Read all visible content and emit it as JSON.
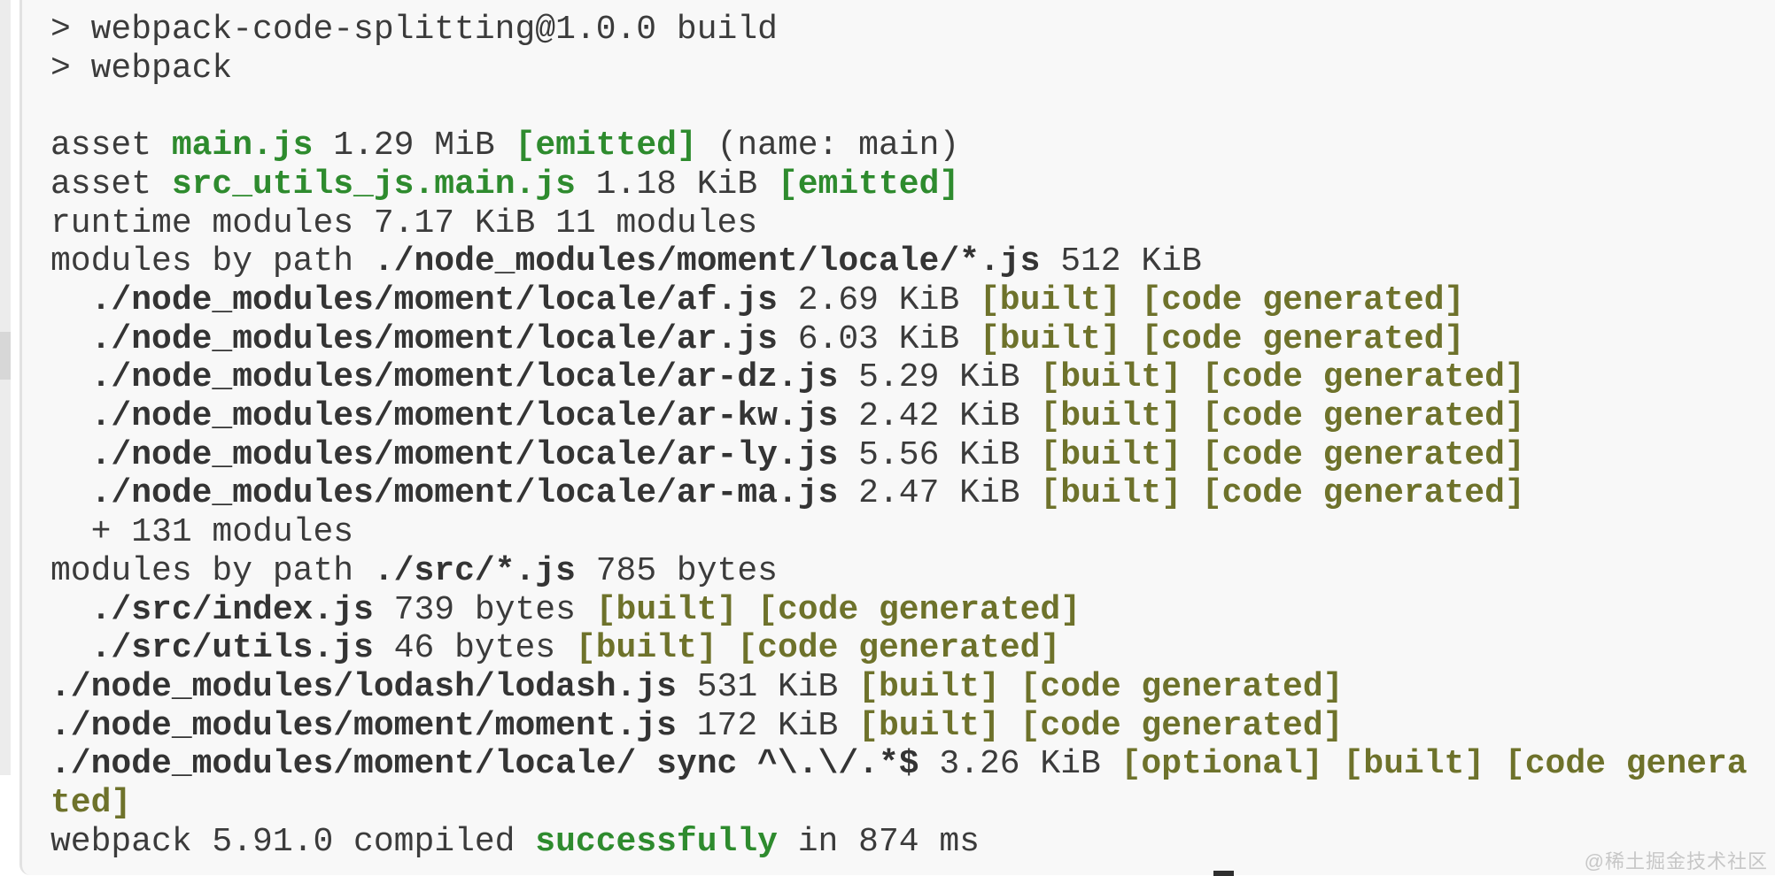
{
  "colors": {
    "accent_green": "#2e8b2e",
    "accent_olive": "#6e722b",
    "text": "#3b3b3b",
    "code_background": "#f8f8f8"
  },
  "watermark": {
    "text": "@稀土掘金技术社区"
  },
  "terminal": {
    "lines": [
      {
        "segments": [
          {
            "text": "> webpack-code-splitting@1.0.0 build",
            "style": "plain"
          }
        ]
      },
      {
        "segments": [
          {
            "text": "> webpack",
            "style": "plain"
          }
        ]
      },
      {
        "segments": []
      },
      {
        "segments": [
          {
            "text": "asset ",
            "style": "plain"
          },
          {
            "text": "main.js",
            "style": "green"
          },
          {
            "text": " 1.29 MiB ",
            "style": "plain"
          },
          {
            "text": "[emitted]",
            "style": "green"
          },
          {
            "text": " (name: main)",
            "style": "plain"
          }
        ]
      },
      {
        "segments": [
          {
            "text": "asset ",
            "style": "plain"
          },
          {
            "text": "src_utils_js.main.js",
            "style": "green"
          },
          {
            "text": " 1.18 KiB ",
            "style": "plain"
          },
          {
            "text": "[emitted]",
            "style": "green"
          }
        ]
      },
      {
        "segments": [
          {
            "text": "runtime modules 7.17 KiB 11 modules",
            "style": "plain"
          }
        ]
      },
      {
        "segments": [
          {
            "text": "modules by path ",
            "style": "plain"
          },
          {
            "text": "./node_modules/moment/locale/*.js",
            "style": "bold"
          },
          {
            "text": " 512 KiB",
            "style": "plain"
          }
        ]
      },
      {
        "segments": [
          {
            "text": "  ",
            "style": "plain"
          },
          {
            "text": "./node_modules/moment/locale/af.js",
            "style": "bold"
          },
          {
            "text": " 2.69 KiB ",
            "style": "plain"
          },
          {
            "text": "[built]",
            "style": "olive"
          },
          {
            "text": " ",
            "style": "plain"
          },
          {
            "text": "[code generated]",
            "style": "olive"
          }
        ]
      },
      {
        "segments": [
          {
            "text": "  ",
            "style": "plain"
          },
          {
            "text": "./node_modules/moment/locale/ar.js",
            "style": "bold"
          },
          {
            "text": " 6.03 KiB ",
            "style": "plain"
          },
          {
            "text": "[built]",
            "style": "olive"
          },
          {
            "text": " ",
            "style": "plain"
          },
          {
            "text": "[code generated]",
            "style": "olive"
          }
        ]
      },
      {
        "segments": [
          {
            "text": "  ",
            "style": "plain"
          },
          {
            "text": "./node_modules/moment/locale/ar-dz.js",
            "style": "bold"
          },
          {
            "text": " 5.29 KiB ",
            "style": "plain"
          },
          {
            "text": "[built]",
            "style": "olive"
          },
          {
            "text": " ",
            "style": "plain"
          },
          {
            "text": "[code generated]",
            "style": "olive"
          }
        ]
      },
      {
        "segments": [
          {
            "text": "  ",
            "style": "plain"
          },
          {
            "text": "./node_modules/moment/locale/ar-kw.js",
            "style": "bold"
          },
          {
            "text": " 2.42 KiB ",
            "style": "plain"
          },
          {
            "text": "[built]",
            "style": "olive"
          },
          {
            "text": " ",
            "style": "plain"
          },
          {
            "text": "[code generated]",
            "style": "olive"
          }
        ]
      },
      {
        "segments": [
          {
            "text": "  ",
            "style": "plain"
          },
          {
            "text": "./node_modules/moment/locale/ar-ly.js",
            "style": "bold"
          },
          {
            "text": " 5.56 KiB ",
            "style": "plain"
          },
          {
            "text": "[built]",
            "style": "olive"
          },
          {
            "text": " ",
            "style": "plain"
          },
          {
            "text": "[code generated]",
            "style": "olive"
          }
        ]
      },
      {
        "segments": [
          {
            "text": "  ",
            "style": "plain"
          },
          {
            "text": "./node_modules/moment/locale/ar-ma.js",
            "style": "bold"
          },
          {
            "text": " 2.47 KiB ",
            "style": "plain"
          },
          {
            "text": "[built]",
            "style": "olive"
          },
          {
            "text": " ",
            "style": "plain"
          },
          {
            "text": "[code generated]",
            "style": "olive"
          }
        ]
      },
      {
        "segments": [
          {
            "text": "  + 131 modules",
            "style": "plain"
          }
        ]
      },
      {
        "segments": [
          {
            "text": "modules by path ",
            "style": "plain"
          },
          {
            "text": "./src/*.js",
            "style": "bold"
          },
          {
            "text": " 785 bytes",
            "style": "plain"
          }
        ]
      },
      {
        "segments": [
          {
            "text": "  ",
            "style": "plain"
          },
          {
            "text": "./src/index.js",
            "style": "bold"
          },
          {
            "text": " 739 bytes ",
            "style": "plain"
          },
          {
            "text": "[built]",
            "style": "olive"
          },
          {
            "text": " ",
            "style": "plain"
          },
          {
            "text": "[code generated]",
            "style": "olive"
          }
        ]
      },
      {
        "segments": [
          {
            "text": "  ",
            "style": "plain"
          },
          {
            "text": "./src/utils.js",
            "style": "bold"
          },
          {
            "text": " 46 bytes ",
            "style": "plain"
          },
          {
            "text": "[built]",
            "style": "olive"
          },
          {
            "text": " ",
            "style": "plain"
          },
          {
            "text": "[code generated]",
            "style": "olive"
          }
        ]
      },
      {
        "segments": [
          {
            "text": "./node_modules/lodash/lodash.js",
            "style": "bold"
          },
          {
            "text": " 531 KiB ",
            "style": "plain"
          },
          {
            "text": "[built]",
            "style": "olive"
          },
          {
            "text": " ",
            "style": "plain"
          },
          {
            "text": "[code generated]",
            "style": "olive"
          }
        ]
      },
      {
        "segments": [
          {
            "text": "./node_modules/moment/moment.js",
            "style": "bold"
          },
          {
            "text": " 172 KiB ",
            "style": "plain"
          },
          {
            "text": "[built]",
            "style": "olive"
          },
          {
            "text": " ",
            "style": "plain"
          },
          {
            "text": "[code generated]",
            "style": "olive"
          }
        ]
      },
      {
        "segments": [
          {
            "text": "./node_modules/moment/locale/ sync ^\\.\\/.*$",
            "style": "bold"
          },
          {
            "text": " 3.26 KiB ",
            "style": "plain"
          },
          {
            "text": "[optional]",
            "style": "olive"
          },
          {
            "text": " ",
            "style": "plain"
          },
          {
            "text": "[built]",
            "style": "olive"
          },
          {
            "text": " ",
            "style": "plain"
          },
          {
            "text": "[code genera",
            "style": "olive"
          }
        ]
      },
      {
        "segments": [
          {
            "text": "ted]",
            "style": "olive"
          }
        ]
      },
      {
        "segments": [
          {
            "text": "webpack 5.91.0 compiled ",
            "style": "plain"
          },
          {
            "text": "successfully",
            "style": "green"
          },
          {
            "text": " in 874 ms",
            "style": "plain"
          }
        ]
      }
    ]
  }
}
